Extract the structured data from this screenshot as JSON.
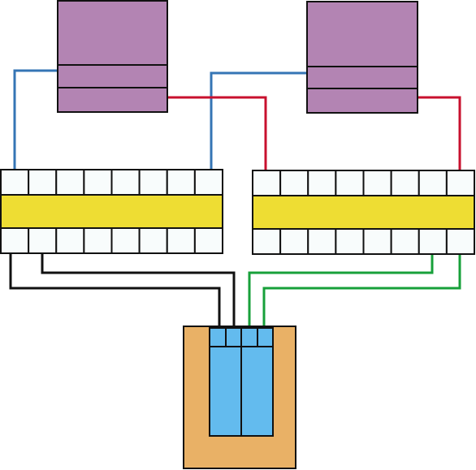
{
  "colors": {
    "background": "#ffffff",
    "module_fill": "#b384b3",
    "terminal_cell_fill": "#f8fcfc",
    "terminal_band_fill": "#eedd33",
    "base_fill": "#e9b166",
    "base_inner_fill": "#63bbee",
    "outline": "#111111",
    "wire_blue": "#3575b5",
    "wire_red": "#c8102e",
    "wire_black": "#111111",
    "wire_green": "#17a03a"
  },
  "components": {
    "modules": [
      {
        "id": "module-left"
      },
      {
        "id": "module-right"
      }
    ],
    "terminal_blocks": [
      {
        "id": "terminal-block-left",
        "cells_per_row": 8
      },
      {
        "id": "terminal-block-right",
        "cells_per_row": 8
      }
    ],
    "connector": {
      "id": "connector-base",
      "pins": 4
    }
  },
  "wires": [
    {
      "id": "wire-blue-left",
      "color_key": "wire_blue"
    },
    {
      "id": "wire-blue-right",
      "color_key": "wire_blue"
    },
    {
      "id": "wire-red-left",
      "color_key": "wire_red"
    },
    {
      "id": "wire-red-right",
      "color_key": "wire_red"
    },
    {
      "id": "wire-black-outer",
      "color_key": "wire_black"
    },
    {
      "id": "wire-black-inner",
      "color_key": "wire_black"
    },
    {
      "id": "wire-green-inner",
      "color_key": "wire_green"
    },
    {
      "id": "wire-green-outer",
      "color_key": "wire_green"
    }
  ]
}
